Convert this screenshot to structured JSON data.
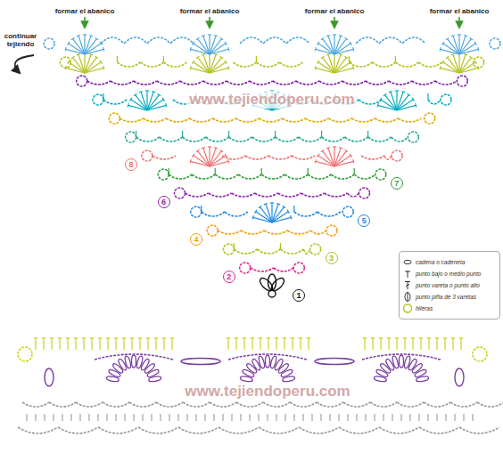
{
  "diagram": {
    "labels": [
      "formar el abanico",
      "formar el abanico",
      "formar el abanico",
      "formar el abanico",
      "continuar tejiendo",
      "1",
      "2",
      "3",
      "4",
      "5",
      "6",
      "7",
      "8",
      "www.tejiendoperu.com",
      "www.tejiendoperu.com"
    ],
    "legend": [
      {
        "text": "cadena o cadeneta"
      },
      {
        "text": "punto bajo o medio punto"
      },
      {
        "text": "punto vareta o punto alto"
      },
      {
        "text": "punto piña de 3 varetas"
      },
      {
        "text": "hileras"
      }
    ]
  }
}
